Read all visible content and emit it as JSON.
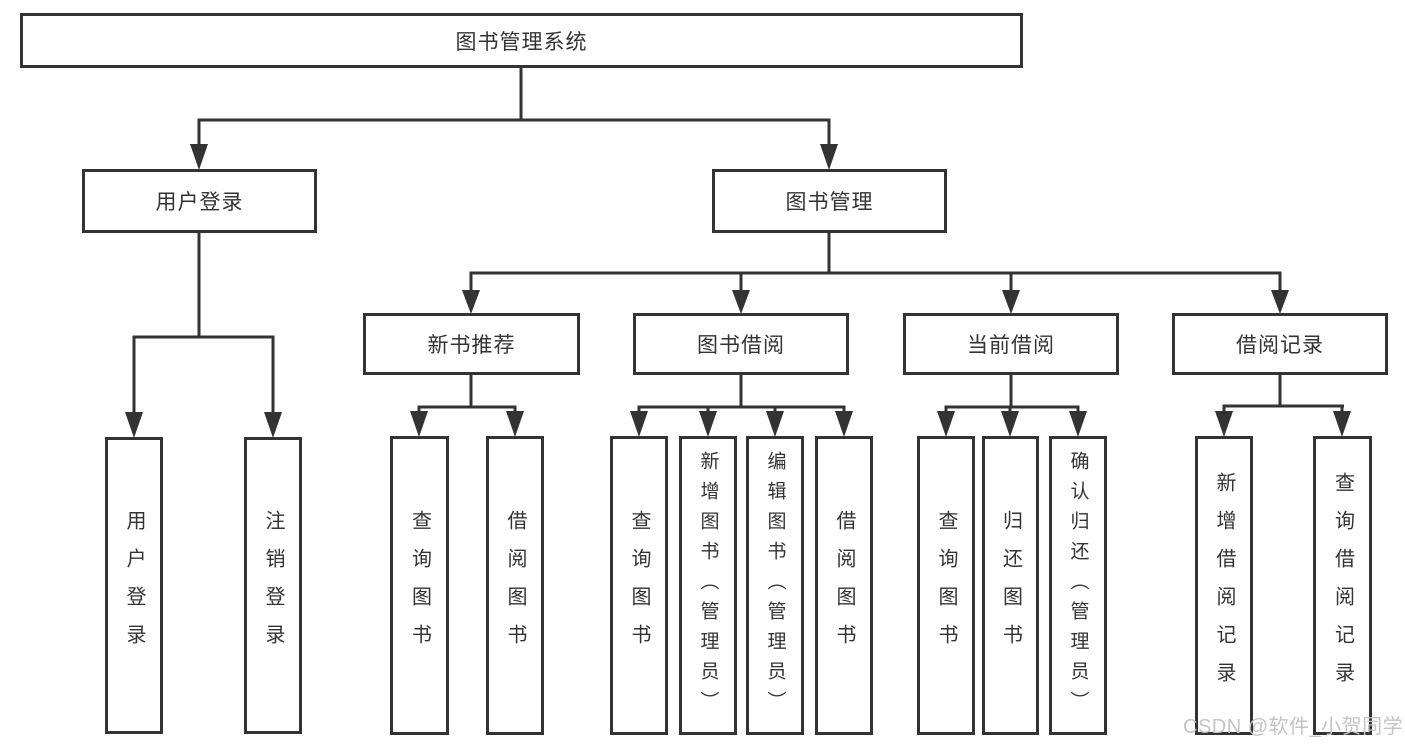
{
  "diagram": {
    "root": "图书管理系统",
    "level1": {
      "user_login": "用户登录",
      "book_management": "图书管理"
    },
    "level2": {
      "recommend": "新书推荐",
      "borrow": "图书借阅",
      "current": "当前借阅",
      "records": "借阅记录"
    },
    "leaves": {
      "user": [
        "用户登录",
        "注销登录"
      ],
      "recommend": [
        "查询图书",
        "借阅图书"
      ],
      "borrow": [
        "查询图书",
        "新增图书（管理员）",
        "编辑图书（管理员）",
        "借阅图书"
      ],
      "current": [
        "查询图书",
        "归还图书",
        "确认归还（管理员）"
      ],
      "records": [
        "新增借阅记录",
        "查询借阅记录"
      ]
    }
  },
  "colors": {
    "line": "#333333",
    "text": "#333333",
    "watermark": "#c4c4c4",
    "background": "#ffffff"
  },
  "watermark": "CSDN @软件_小贺同学"
}
